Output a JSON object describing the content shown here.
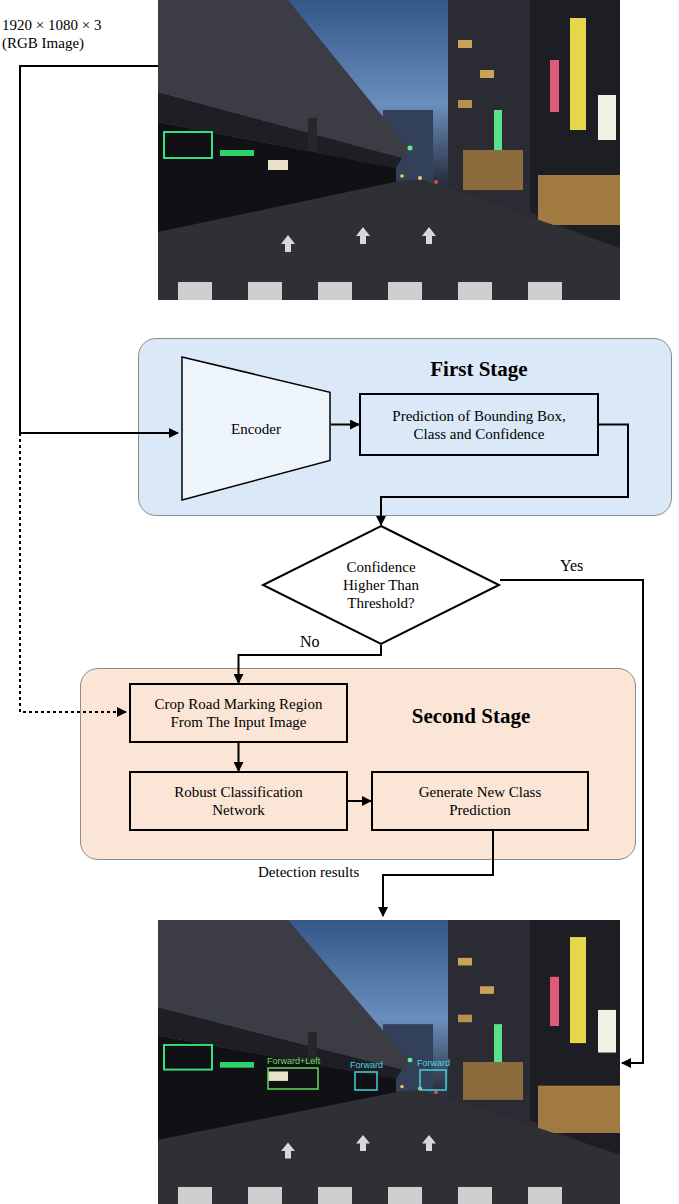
{
  "diagram": {
    "nodes": [
      {
        "text": [
          "First Stage"
        ]
      },
      {
        "text": [
          "Encoder"
        ],
        "in": 0
      },
      {
        "text": [
          "Prediction of Bounding Box, Class and Confidence"
        ],
        "in": 0
      },
      {
        "text": [
          "Confidence Higher Than Threshold?"
        ]
      },
      {
        "text": [
          "Second Stage"
        ]
      },
      {
        "text": [
          "Crop Road Marking Region From The Input Image"
        ],
        "in": 4
      },
      {
        "text": [
          "Robust Classification Network"
        ],
        "in": 4
      },
      {
        "text": [
          "Generate New Class Prediction"
        ],
        "in": 4
      }
    ],
    "edges": [
      {
        "from": 1,
        "to": 2,
        "arrow": "to"
      },
      {
        "from": 2,
        "to": 3,
        "arrow": "to"
      },
      {
        "from": 3,
        "to": 5,
        "arrow": "to",
        "label": "No"
      },
      {
        "from": 5,
        "to": 6,
        "arrow": "to"
      },
      {
        "from": 6,
        "to": 7,
        "arrow": "to"
      }
    ],
    "labels": [
      "1920 × 1080 × 3 (RGB Image)",
      "Yes",
      "Detection results",
      "Forward+Left",
      "Forward",
      "Forward"
    ]
  }
}
